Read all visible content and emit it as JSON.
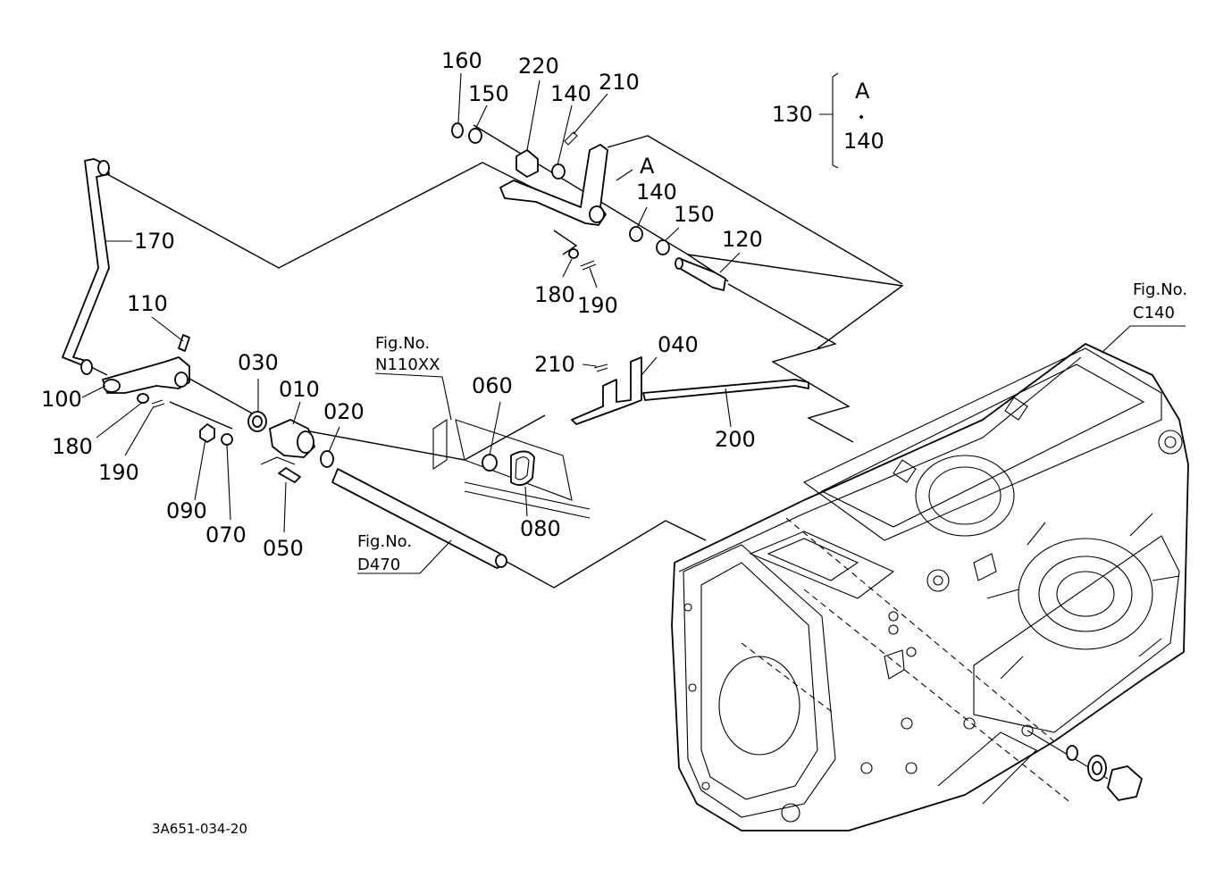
{
  "callouts": {
    "c010": "010",
    "c020": "020",
    "c030": "030",
    "c040": "040",
    "c050": "050",
    "c060": "060",
    "c070": "070",
    "c080": "080",
    "c090": "090",
    "c100": "100",
    "c110": "110",
    "c120": "120",
    "c130": "130",
    "c140a": "140",
    "c140b": "140",
    "c140c": "140",
    "c150a": "150",
    "c150b": "150",
    "c160": "160",
    "c170": "170",
    "c180a": "180",
    "c180b": "180",
    "c190a": "190",
    "c190b": "190",
    "c200": "200",
    "c210a": "210",
    "c210b": "210",
    "c220": "220"
  },
  "assembly": {
    "letter": "A",
    "letter_bracket": "A",
    "dot": "•"
  },
  "figrefs": {
    "c140": {
      "line1": "Fig.No.",
      "line2": "C140"
    },
    "n110xx": {
      "line1": "Fig.No.",
      "line2": "N110XX"
    },
    "d470": {
      "line1": "Fig.No.",
      "line2": "D470"
    }
  },
  "doc_id": "3A651-034-20"
}
